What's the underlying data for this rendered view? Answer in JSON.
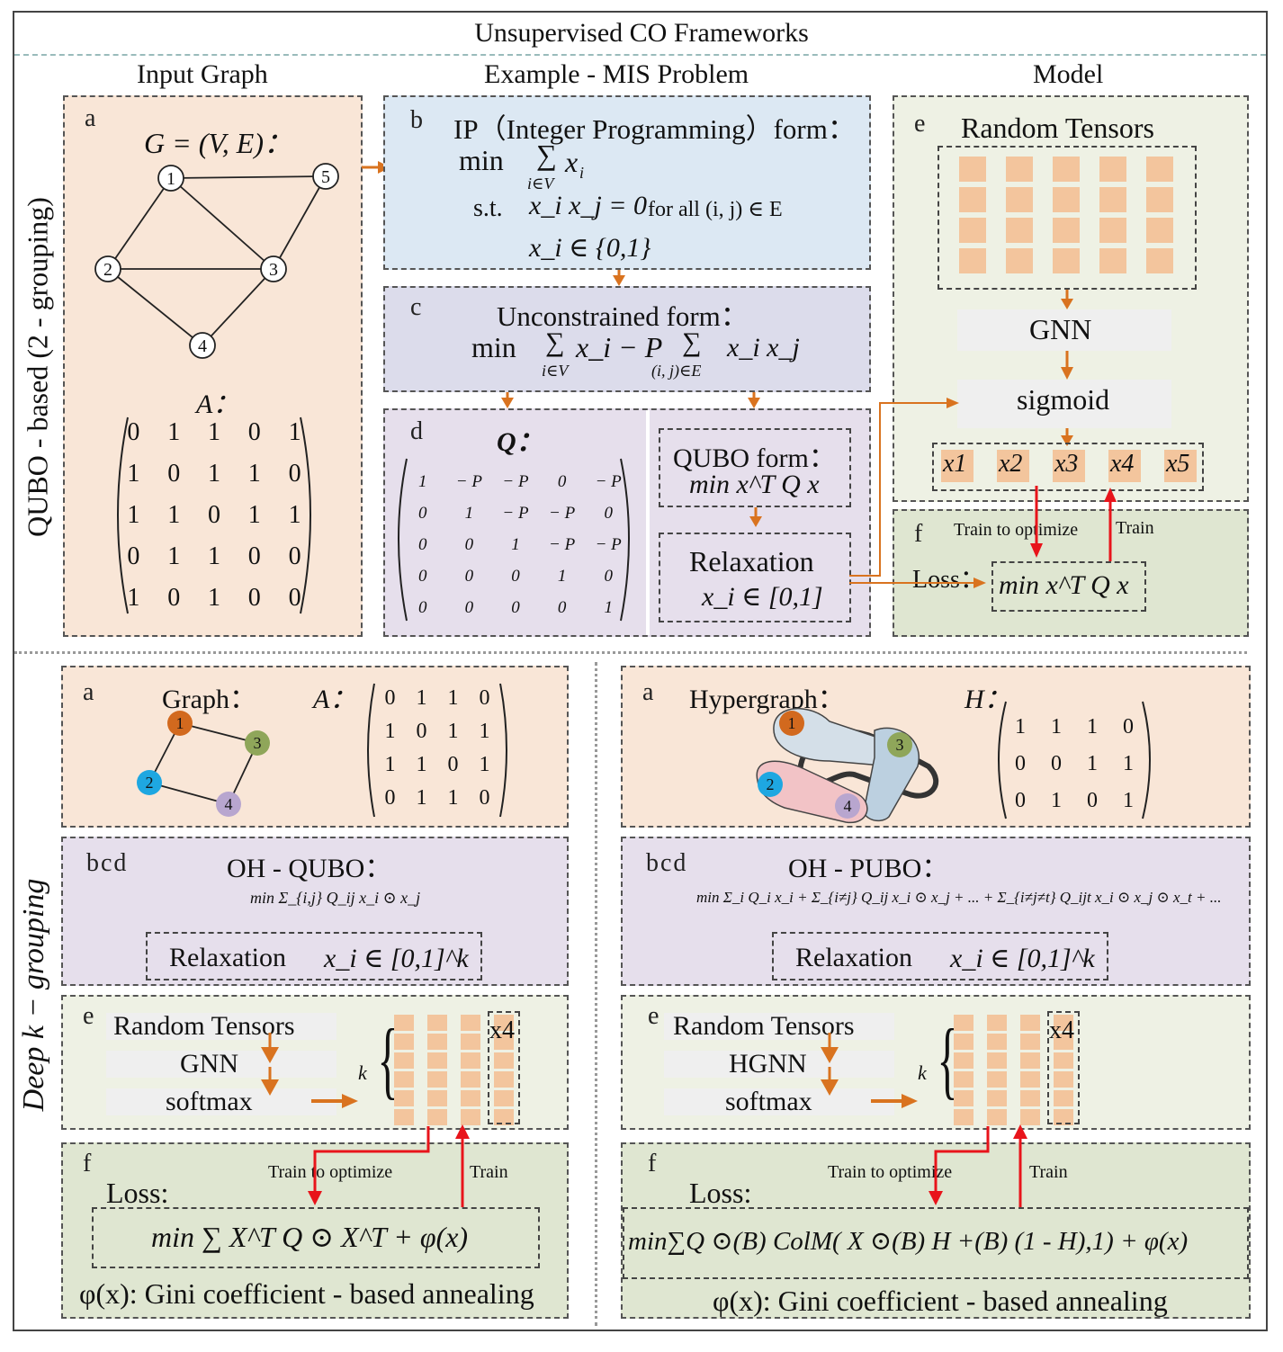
{
  "title": "Unsupervised CO Frameworks",
  "top": {
    "row_label": "QUBO - based (2 - grouping)",
    "col_headers": [
      "Input Graph",
      "Example - MIS Problem",
      "Model"
    ],
    "panel_a": {
      "letter": "a",
      "graph_title": "G = (V, E)：",
      "nodes": [
        "1",
        "2",
        "3",
        "4",
        "5"
      ],
      "adj_label": "A：",
      "adj_matrix": [
        [
          "0",
          "1",
          "1",
          "0",
          "1"
        ],
        [
          "1",
          "0",
          "1",
          "1",
          "0"
        ],
        [
          "1",
          "1",
          "0",
          "1",
          "1"
        ],
        [
          "0",
          "1",
          "1",
          "0",
          "0"
        ],
        [
          "1",
          "0",
          "1",
          "0",
          "0"
        ]
      ]
    },
    "panel_b": {
      "letter": "b",
      "title": "IP（Integer Programming）form：",
      "min": "min",
      "sum_sub": "i∈V",
      "obj": "x",
      "obj_sub": "i",
      "st": "s.t.",
      "constraint": "x_i x_j = 0",
      "for_all": "for all (i, j) ∈ E",
      "domain": "x_i ∈ {0,1}"
    },
    "panel_c": {
      "letter": "c",
      "title": "Unconstrained form：",
      "min": "min",
      "sum1_sub": "i∈V",
      "middle": "x_i − P",
      "sum2_sub": "(i, j)∈E",
      "tail": "x_i x_j"
    },
    "panel_d": {
      "letter": "d",
      "q_label": "Q：",
      "q_matrix": [
        [
          "1",
          "− P",
          "− P",
          "0",
          "− P"
        ],
        [
          "0",
          "1",
          "− P",
          "− P",
          "0"
        ],
        [
          "0",
          "0",
          "1",
          "− P",
          "− P"
        ],
        [
          "0",
          "0",
          "0",
          "1",
          "0"
        ],
        [
          "0",
          "0",
          "0",
          "0",
          "1"
        ]
      ],
      "qubo_title": "QUBO form：",
      "qubo_expr": "min x^T Q x",
      "relax_title": "Relaxation",
      "relax_expr": "x_i ∈ [0,1]"
    },
    "panel_e": {
      "letter": "e",
      "random_tensors": "Random Tensors",
      "gnn": "GNN",
      "sigmoid": "sigmoid",
      "outputs": [
        "x1",
        "x2",
        "x3",
        "x4",
        "x5"
      ]
    },
    "panel_f": {
      "letter": "f",
      "train_to_optimize": "Train to optimize",
      "train": "Train",
      "loss": "Loss：",
      "loss_expr": "min x^T Q x"
    }
  },
  "bottom": {
    "row_label": "Deep k − grouping",
    "left": {
      "a_letter": "a",
      "graph_title": "Graph：",
      "adj_label": "A：",
      "adj_matrix": [
        [
          "0",
          "1",
          "1",
          "0"
        ],
        [
          "1",
          "0",
          "1",
          "1"
        ],
        [
          "1",
          "1",
          "0",
          "1"
        ],
        [
          "0",
          "1",
          "1",
          "0"
        ]
      ],
      "nodes": [
        "1",
        "2",
        "3",
        "4"
      ],
      "bcd_letter": "bcd",
      "form_title": "OH - QUBO：",
      "form_expr": "min Σ_{i,j} Q_ij x_i ⊙ x_j",
      "relax": "Relaxation",
      "relax_expr": "x_i ∈ [0,1]^k",
      "e_letter": "e",
      "random_tensors": "Random Tensors",
      "net": "GNN",
      "softmax": "softmax",
      "k": "k",
      "x4": "x4",
      "f_letter": "f",
      "train_to_optimize": "Train to optimize",
      "train": "Train",
      "loss": "Loss:",
      "loss_expr": "min ∑ X^T Q ⊙ X^T + φ(x)",
      "gini": "φ(x): Gini coefficient - based annealing"
    },
    "right": {
      "a_letter": "a",
      "graph_title": "Hypergraph：",
      "h_label": "H：",
      "h_matrix": [
        [
          "1",
          "1",
          "1",
          "0"
        ],
        [
          "0",
          "0",
          "1",
          "1"
        ],
        [
          "0",
          "1",
          "0",
          "1"
        ]
      ],
      "nodes": [
        "1",
        "2",
        "3",
        "4"
      ],
      "bcd_letter": "bcd",
      "form_title": "OH - PUBO：",
      "form_expr": "min Σ_i Q_i x_i + Σ_{i≠j} Q_ij x_i ⊙ x_j + ... + Σ_{i≠j≠t} Q_ijt x_i ⊙ x_j ⊙ x_t + ...",
      "relax": "Relaxation",
      "relax_expr": "x_i ∈ [0,1]^k",
      "e_letter": "e",
      "random_tensors": "Random Tensors",
      "net": "HGNN",
      "softmax": "softmax",
      "k": "k",
      "x4": "x4",
      "f_letter": "f",
      "train_to_optimize": "Train to optimize",
      "train": "Train",
      "loss": "Loss:",
      "loss_expr": "min∑Q ⊙(B) ColM( X ⊙(B) H +(B) (1 - H),1) + φ(x)",
      "gini": "φ(x): Gini coefficient - based annealing"
    }
  },
  "colors": {
    "arrow_orange": "#d9731f",
    "arrow_red": "#e8141b",
    "cell_orange": "#f3c59d",
    "node1": "#d2691e",
    "node2": "#1ea7e1",
    "node3": "#8fa65a",
    "node4": "#b8a6cf"
  }
}
